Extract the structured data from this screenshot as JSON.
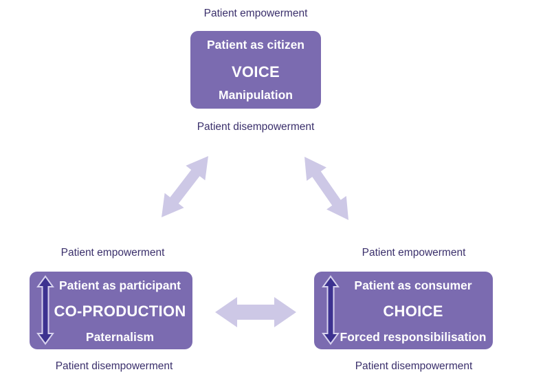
{
  "top": {
    "above": "Patient empowerment",
    "role": "Patient as citizen",
    "mode": "VOICE",
    "risk": "Manipulation",
    "below": "Patient disempowerment"
  },
  "left": {
    "above": "Patient empowerment",
    "role": "Patient as participant",
    "mode": "CO-PRODUCTION",
    "risk": "Paternalism",
    "below": "Patient disempowerment"
  },
  "right": {
    "above": "Patient empowerment",
    "role": "Patient as consumer",
    "mode": "CHOICE",
    "risk": "Forced responsibilisation",
    "below": "Patient disempowerment"
  },
  "colors": {
    "box": "#7b6bb0",
    "connector_arrow": "#cdc8e6",
    "text": "#3a2f6b",
    "vertical_arrow_fill": "#3d3290",
    "vertical_arrow_outline": "#d8d3ee"
  }
}
